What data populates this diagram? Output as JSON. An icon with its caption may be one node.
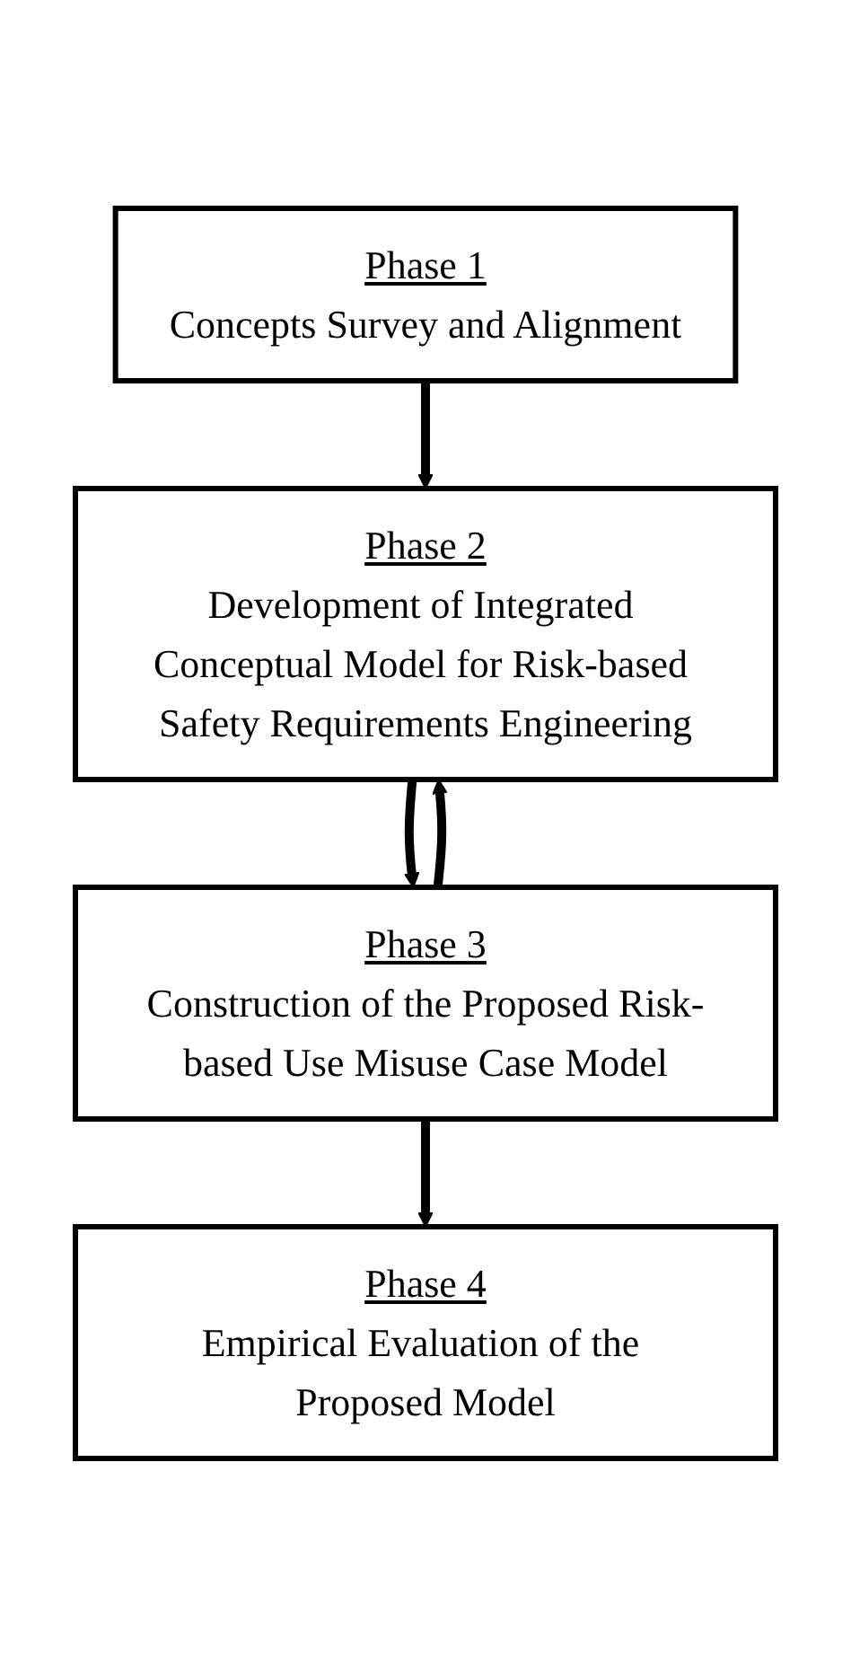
{
  "diagram": {
    "nodes": [
      {
        "text": [
          "Phase 1",
          "Concepts Survey and Alignment"
        ]
      },
      {
        "text": [
          "Phase 2",
          "Development of Integrated Conceptual Model for Risk-based Safety Requirements Engineering"
        ]
      },
      {
        "text": [
          "Phase 3",
          "Construction of the Proposed Risk-based Use Misuse Case Model"
        ]
      },
      {
        "text": [
          "Phase 4",
          "Empirical Evaluation of the Proposed Model"
        ]
      }
    ],
    "edges": [
      {
        "from": 0,
        "to": 1,
        "arrow": "to"
      },
      {
        "from": 1,
        "to": 2,
        "arrow": "to"
      },
      {
        "from": 2,
        "to": 1,
        "arrow": "to"
      },
      {
        "from": 2,
        "to": 3,
        "arrow": "to"
      }
    ]
  }
}
